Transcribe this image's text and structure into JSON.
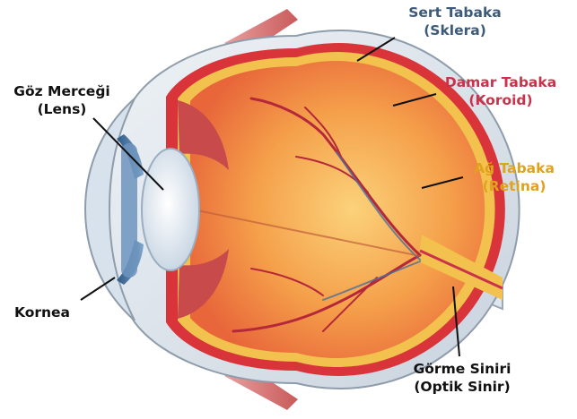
{
  "labels": {
    "sklera": {
      "line1": "Sert Tabaka",
      "line2": "(Sklera)",
      "color": "#3d5a78"
    },
    "koroid": {
      "line1": "Damar Tabaka",
      "line2": "(Koroid)",
      "color": "#c9324a"
    },
    "retina": {
      "line1": "Ağ Tabaka",
      "line2": "(Retina)",
      "color": "#e0a21c"
    },
    "lens": {
      "line1": "Göz Merceği",
      "line2": "(Lens)",
      "color": "#111111"
    },
    "kornea": {
      "line1": "Kornea",
      "color": "#111111"
    },
    "optik": {
      "line1": "Görme Siniri",
      "line2": "(Optik Sinir)",
      "color": "#111111"
    }
  },
  "colors": {
    "sclera": "#dfe6ee",
    "choroid": "#d8343a",
    "retina": "#f2c14e",
    "vitreous": "#f08a3a",
    "vessels": "#b5283a",
    "iris": "#5d86b0",
    "lens": "#eef3f8"
  }
}
